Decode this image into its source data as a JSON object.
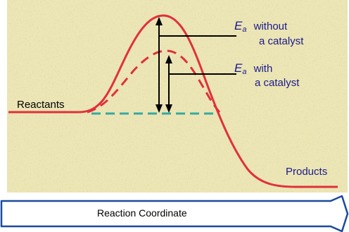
{
  "colors": {
    "panel_bg": "#ede6b4",
    "panel_noise": "#a9a98a",
    "uncatalyzed_curve": "#e0303c",
    "catalyzed_curve": "#e0303c",
    "baseline_dash": "#36a9a0",
    "energy_arrows": "#000000",
    "label_text": "#1a1a8c",
    "axis_arrow_fill": "#ffffff",
    "axis_arrow_stroke": "#1a4a9c"
  },
  "labels": {
    "reactants": "Reactants",
    "products": "Products",
    "ea_uncatalyzed_symbol": "E",
    "ea_uncatalyzed_sub": "a",
    "ea_uncatalyzed_line1": "without",
    "ea_uncatalyzed_line2": "a catalyst",
    "ea_catalyzed_symbol": "E",
    "ea_catalyzed_sub": "a",
    "ea_catalyzed_line1": "with",
    "ea_catalyzed_line2": "a catalyst"
  },
  "axis": {
    "x_label": "Reaction Coordinate"
  }
}
